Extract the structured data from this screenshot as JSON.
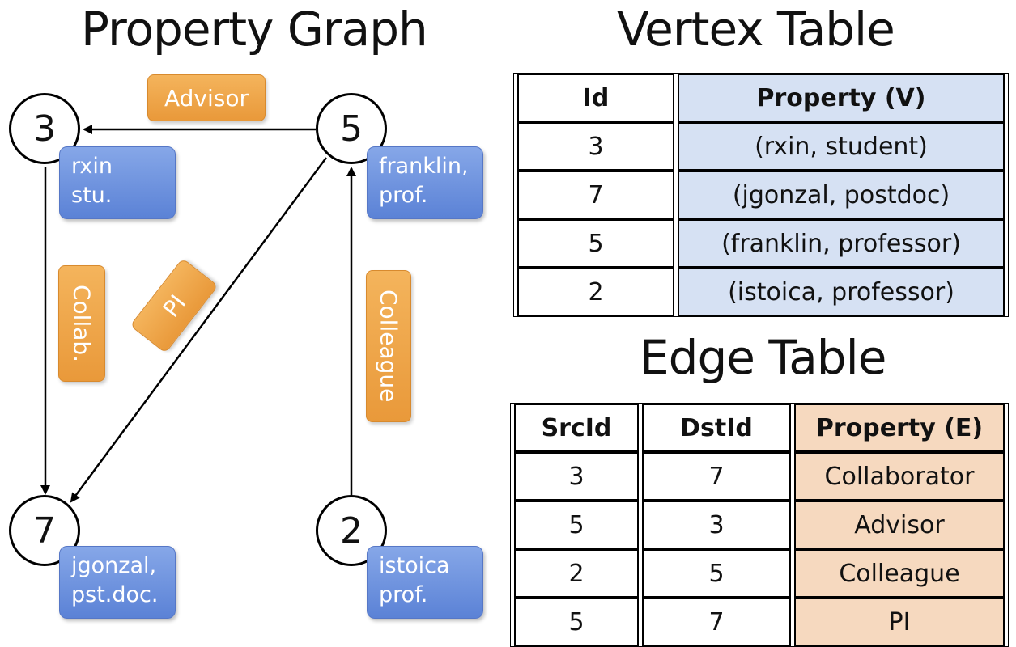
{
  "graph": {
    "title": "Property Graph",
    "vertices": [
      {
        "id": "3",
        "label": "rxin\nstu."
      },
      {
        "id": "5",
        "label": "franklin,\nprof."
      },
      {
        "id": "7",
        "label": "jgonzal,\npst.doc."
      },
      {
        "id": "2",
        "label": "istoica\nprof."
      }
    ],
    "edges": [
      {
        "label": "Advisor"
      },
      {
        "label": "Collab."
      },
      {
        "label": "PI"
      },
      {
        "label": "Colleague"
      }
    ]
  },
  "vertex_table": {
    "title": "Vertex Table",
    "headers": [
      "Id",
      "Property (V)"
    ],
    "rows": [
      [
        "3",
        "(rxin, student)"
      ],
      [
        "7",
        "(jgonzal, postdoc)"
      ],
      [
        "5",
        "(franklin, professor)"
      ],
      [
        "2",
        "(istoica, professor)"
      ]
    ]
  },
  "edge_table": {
    "title": "Edge Table",
    "headers": [
      "SrcId",
      "DstId",
      "Property (E)"
    ],
    "rows": [
      [
        "3",
        "7",
        "Collaborator"
      ],
      [
        "5",
        "3",
        "Advisor"
      ],
      [
        "2",
        "5",
        "Colleague"
      ],
      [
        "5",
        "7",
        "PI"
      ]
    ]
  },
  "colors": {
    "vertex_box": "#6a90dd",
    "edge_box": "#eea448",
    "vertex_prop_cell": "#d6e1f3",
    "edge_prop_cell": "#f6d9bf"
  }
}
